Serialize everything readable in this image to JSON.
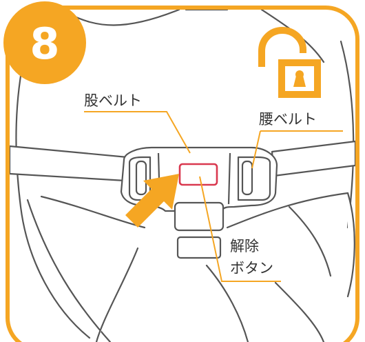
{
  "step": {
    "number": "8"
  },
  "icon": {
    "name": "unlocked-padlock-icon"
  },
  "labels": {
    "crotch_belt": "股ベルト",
    "waist_belt": "腰ベルト",
    "release_button_line1": "解除",
    "release_button_line2": "ボタン"
  },
  "colors": {
    "accent": "#F5A623",
    "release_button_outline": "#D9384F",
    "line": "#555555",
    "label_text": "#333333"
  }
}
